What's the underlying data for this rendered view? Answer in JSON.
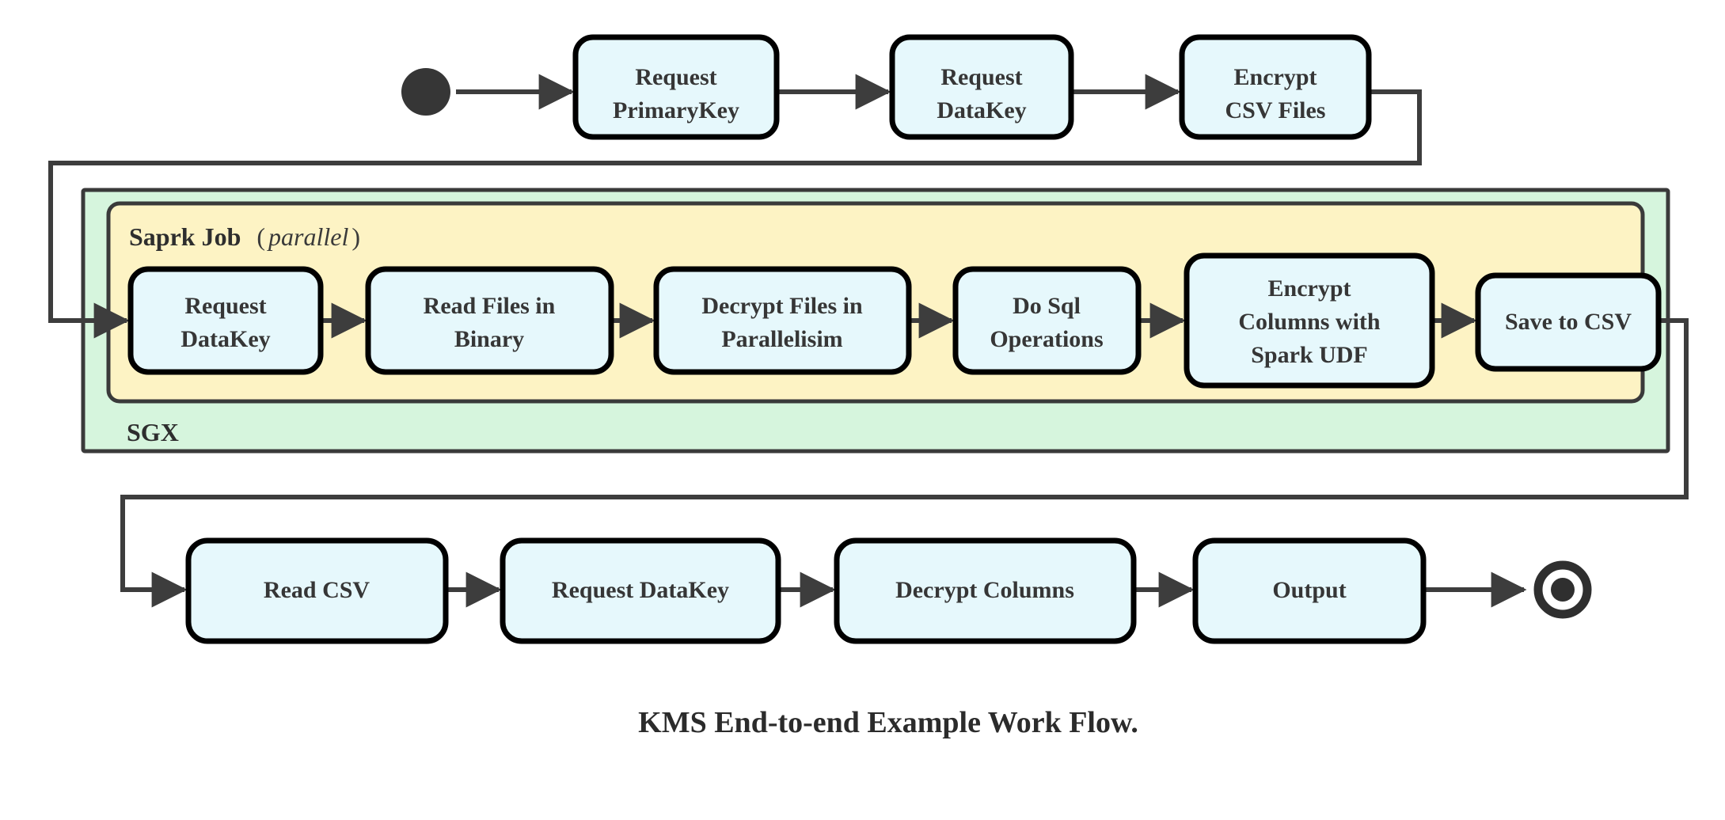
{
  "diagram": {
    "caption": "KMS End-to-end Example Work Flow.",
    "colors": {
      "node_fill": "#e6f8fc",
      "node_stroke": "#000000",
      "outer_group_fill": "#d6f5dd",
      "inner_group_fill": "#fdf3c4",
      "group_stroke": "#3a3a3a",
      "connector": "#3d3d3d",
      "marker": "#363636",
      "background": "#ffffff"
    },
    "markers": {
      "start": "start-state-circle",
      "end": "final-state-bullseye"
    },
    "groups": [
      {
        "id": "sgx",
        "label": "SGX",
        "label_position": "bottom-left",
        "fill": "#d6f5dd"
      },
      {
        "id": "spark-job",
        "label_bold": "Saprk Job",
        "label_italic": "parallel",
        "label_paren_open": "(",
        "label_paren_close": ")",
        "label_position": "top-left",
        "fill": "#fdf3c4"
      }
    ],
    "rows": [
      {
        "id": "row-top",
        "nodes": [
          {
            "id": "request-primarykey",
            "lines": [
              "Request",
              "PrimaryKey"
            ]
          },
          {
            "id": "request-datakey-top",
            "lines": [
              "Request",
              "DataKey"
            ]
          },
          {
            "id": "encrypt-csv-files",
            "lines": [
              "Encrypt",
              "CSV Files"
            ]
          }
        ]
      },
      {
        "id": "row-spark",
        "nodes": [
          {
            "id": "request-datakey-spark",
            "lines": [
              "Request",
              "DataKey"
            ]
          },
          {
            "id": "read-files-in-binary",
            "lines": [
              "Read Files in",
              "Binary"
            ]
          },
          {
            "id": "decrypt-files-in-parallelisim",
            "lines": [
              "Decrypt Files in",
              "Parallelisim"
            ]
          },
          {
            "id": "do-sql-operations",
            "lines": [
              "Do Sql",
              "Operations"
            ]
          },
          {
            "id": "encrypt-columns-with-spark-udf",
            "lines": [
              "Encrypt",
              "Columns with",
              "Spark UDF"
            ]
          },
          {
            "id": "save-to-csv",
            "lines": [
              "Save to CSV"
            ]
          }
        ]
      },
      {
        "id": "row-bottom",
        "nodes": [
          {
            "id": "read-csv",
            "lines": [
              "Read CSV"
            ]
          },
          {
            "id": "request-datakey-bottom",
            "lines": [
              "Request DataKey"
            ]
          },
          {
            "id": "decrypt-columns",
            "lines": [
              "Decrypt Columns"
            ]
          },
          {
            "id": "output",
            "lines": [
              "Output"
            ]
          }
        ]
      }
    ]
  }
}
